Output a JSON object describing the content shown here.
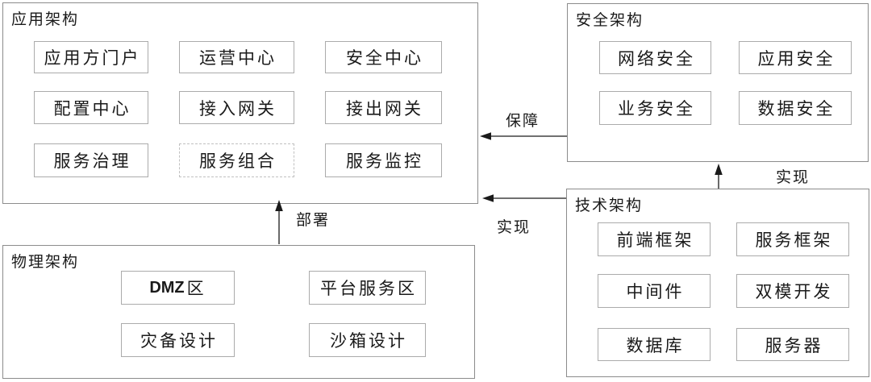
{
  "diagram": {
    "groups": {
      "app": {
        "title": "应用架构",
        "items": [
          {
            "label": "应用方门户"
          },
          {
            "label": "运营中心"
          },
          {
            "label": "安全中心"
          },
          {
            "label": "配置中心"
          },
          {
            "label": "接入网关"
          },
          {
            "label": "接出网关"
          },
          {
            "label": "服务治理"
          },
          {
            "label": "服务组合",
            "border_style": "dashed"
          },
          {
            "label": "服务监控"
          }
        ]
      },
      "security": {
        "title": "安全架构",
        "items": [
          {
            "label": "网络安全"
          },
          {
            "label": "应用安全"
          },
          {
            "label": "业务安全"
          },
          {
            "label": "数据安全"
          }
        ]
      },
      "tech": {
        "title": "技术架构",
        "items": [
          {
            "label": "前端框架"
          },
          {
            "label": "服务框架"
          },
          {
            "label": "中间件"
          },
          {
            "label": "双模开发"
          },
          {
            "label": "数据库"
          },
          {
            "label": "服务器"
          }
        ]
      },
      "physical": {
        "title": "物理架构",
        "items": [
          {
            "label": "DMZ区",
            "label_latin": "DMZ",
            "label_cjk": "区"
          },
          {
            "label": "平台服务区"
          },
          {
            "label": "灾备设计"
          },
          {
            "label": "沙箱设计"
          }
        ]
      }
    },
    "arrows": {
      "guarantee": {
        "label": "保障",
        "from": "安全架构",
        "to": "应用架构"
      },
      "realize_security": {
        "label": "实现",
        "from": "技术架构",
        "to": "安全架构"
      },
      "realize_app": {
        "label": "实现",
        "from": "技术架构",
        "to": "应用架构"
      },
      "deploy": {
        "label": "部署",
        "from": "物理架构",
        "to": "应用架构"
      }
    },
    "colors": {
      "background": "#ffffff",
      "text": "#1a1a1a",
      "outer_border": "#8c8c8c",
      "inner_border": "#ababab",
      "dashed_border": "#c0c0c0",
      "arrow": "#1a1a1a"
    }
  }
}
